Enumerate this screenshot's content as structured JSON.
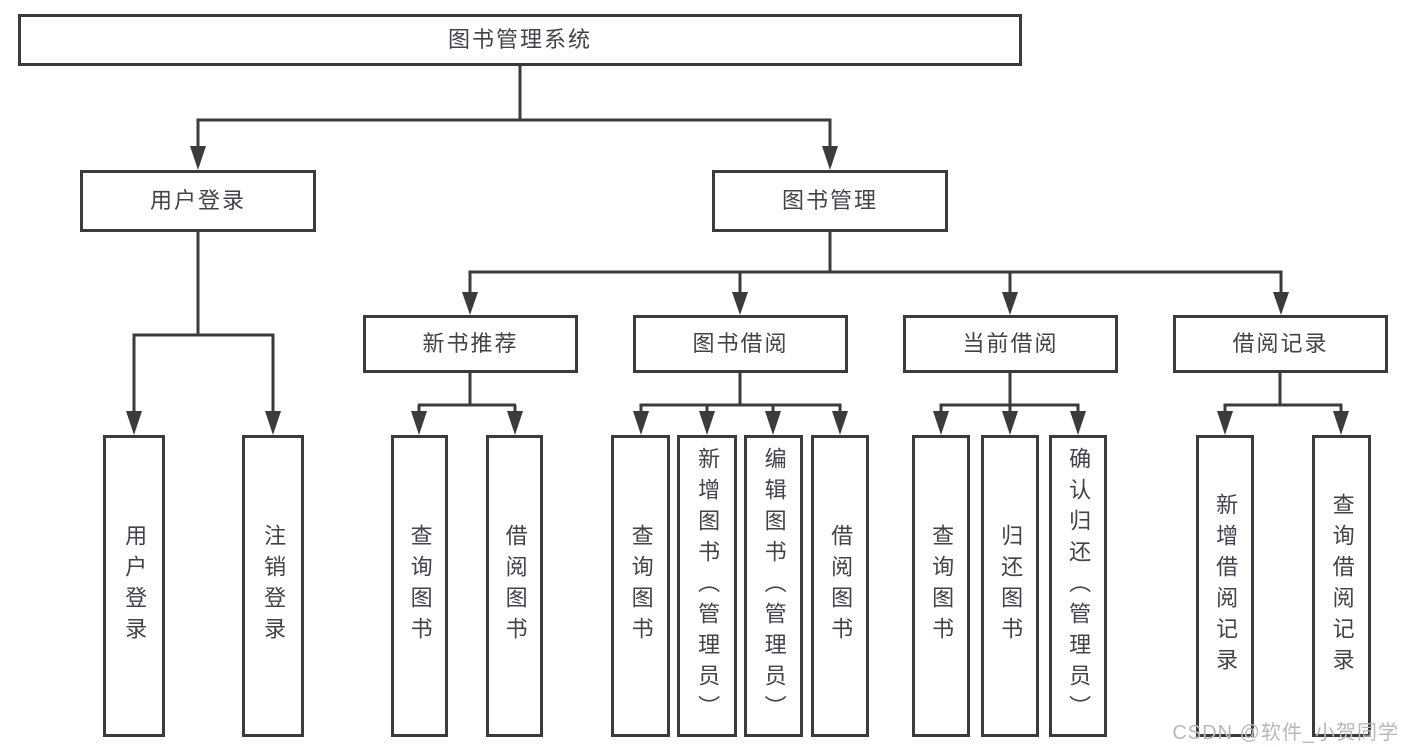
{
  "diagram": {
    "nodes": {
      "root": "图书管理系统",
      "user_login": "用户登录",
      "book_management": "图书管理",
      "new_book_recommend": "新书推荐",
      "book_borrowing": "图书借阅",
      "current_borrowing": "当前借阅",
      "borrowing_records": "借阅记录",
      "leaf_user_login": "用户登录",
      "leaf_logout": "注销登录",
      "leaf_recommend_query_book": "查询图书",
      "leaf_recommend_borrow_book": "借阅图书",
      "leaf_borrowing_query_book": "查询图书",
      "leaf_borrowing_add_book": "新增图书（管理员）",
      "leaf_borrowing_edit_book": "编辑图书（管理员）",
      "leaf_borrowing_borrow_book": "借阅图书",
      "leaf_current_query_book": "查询图书",
      "leaf_current_return_book": "归还图书",
      "leaf_current_confirm_return": "确认归还（管理员）",
      "leaf_records_add_record": "新增借阅记录",
      "leaf_records_query_record": "查询借阅记录"
    },
    "hierarchy": {
      "图书管理系统": [
        "用户登录",
        "图书管理"
      ],
      "用户登录": [
        "用户登录",
        "注销登录"
      ],
      "图书管理": [
        "新书推荐",
        "图书借阅",
        "当前借阅",
        "借阅记录"
      ],
      "新书推荐": [
        "查询图书",
        "借阅图书"
      ],
      "图书借阅": [
        "查询图书",
        "新增图书（管理员）",
        "编辑图书（管理员）",
        "借阅图书"
      ],
      "当前借阅": [
        "查询图书",
        "归还图书",
        "确认归还（管理员）"
      ],
      "借阅记录": [
        "新增借阅记录",
        "查询借阅记录"
      ]
    },
    "colors": {
      "line": "#3b3b3b",
      "text": "#41424b",
      "background": "#ffffff",
      "watermark": "#b5b9bf"
    }
  },
  "watermark": "CSDN @软件_小贺同学"
}
